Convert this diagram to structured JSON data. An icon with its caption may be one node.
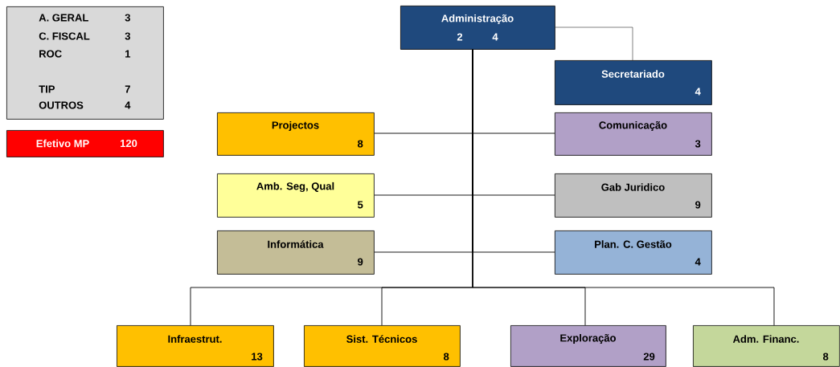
{
  "diagram": {
    "nodes": [
      {
        "text": [
          "A. GERAL",
          "3",
          "C. FISCAL",
          "3",
          "ROC",
          "1",
          "TIP",
          "7",
          "OUTROS",
          "4"
        ]
      },
      {
        "text": [
          "Efetivo MP",
          "120"
        ]
      },
      {
        "text": [
          "Administração",
          "2",
          "4"
        ]
      },
      {
        "text": [
          "Secretariado",
          "4"
        ]
      },
      {
        "text": [
          "Projectos",
          "8"
        ]
      },
      {
        "text": [
          "Comunicação",
          "3"
        ]
      },
      {
        "text": [
          "Amb. Seg, Qual",
          "5"
        ]
      },
      {
        "text": [
          "Gab Juridico",
          "9"
        ]
      },
      {
        "text": [
          "Informática",
          "9"
        ]
      },
      {
        "text": [
          "Plan. C. Gestão",
          "4"
        ]
      },
      {
        "text": [
          "Infraestrut.",
          "13"
        ]
      },
      {
        "text": [
          "Sist. Técnicos",
          "8"
        ]
      },
      {
        "text": [
          "Exploração",
          "29"
        ]
      },
      {
        "text": [
          "Adm. Financ.",
          "8"
        ]
      }
    ],
    "edges": [
      {
        "from": 2,
        "to": 3,
        "arrow": "none"
      },
      {
        "from": 2,
        "to": 4,
        "arrow": "none"
      },
      {
        "from": 2,
        "to": 5,
        "arrow": "none"
      },
      {
        "from": 2,
        "to": 6,
        "arrow": "none"
      },
      {
        "from": 2,
        "to": 7,
        "arrow": "none"
      },
      {
        "from": 2,
        "to": 8,
        "arrow": "none"
      },
      {
        "from": 2,
        "to": 9,
        "arrow": "none"
      },
      {
        "from": 2,
        "to": 10,
        "arrow": "none"
      },
      {
        "from": 2,
        "to": 11,
        "arrow": "none"
      },
      {
        "from": 2,
        "to": 12,
        "arrow": "none"
      },
      {
        "from": 2,
        "to": 13,
        "arrow": "none"
      }
    ]
  }
}
